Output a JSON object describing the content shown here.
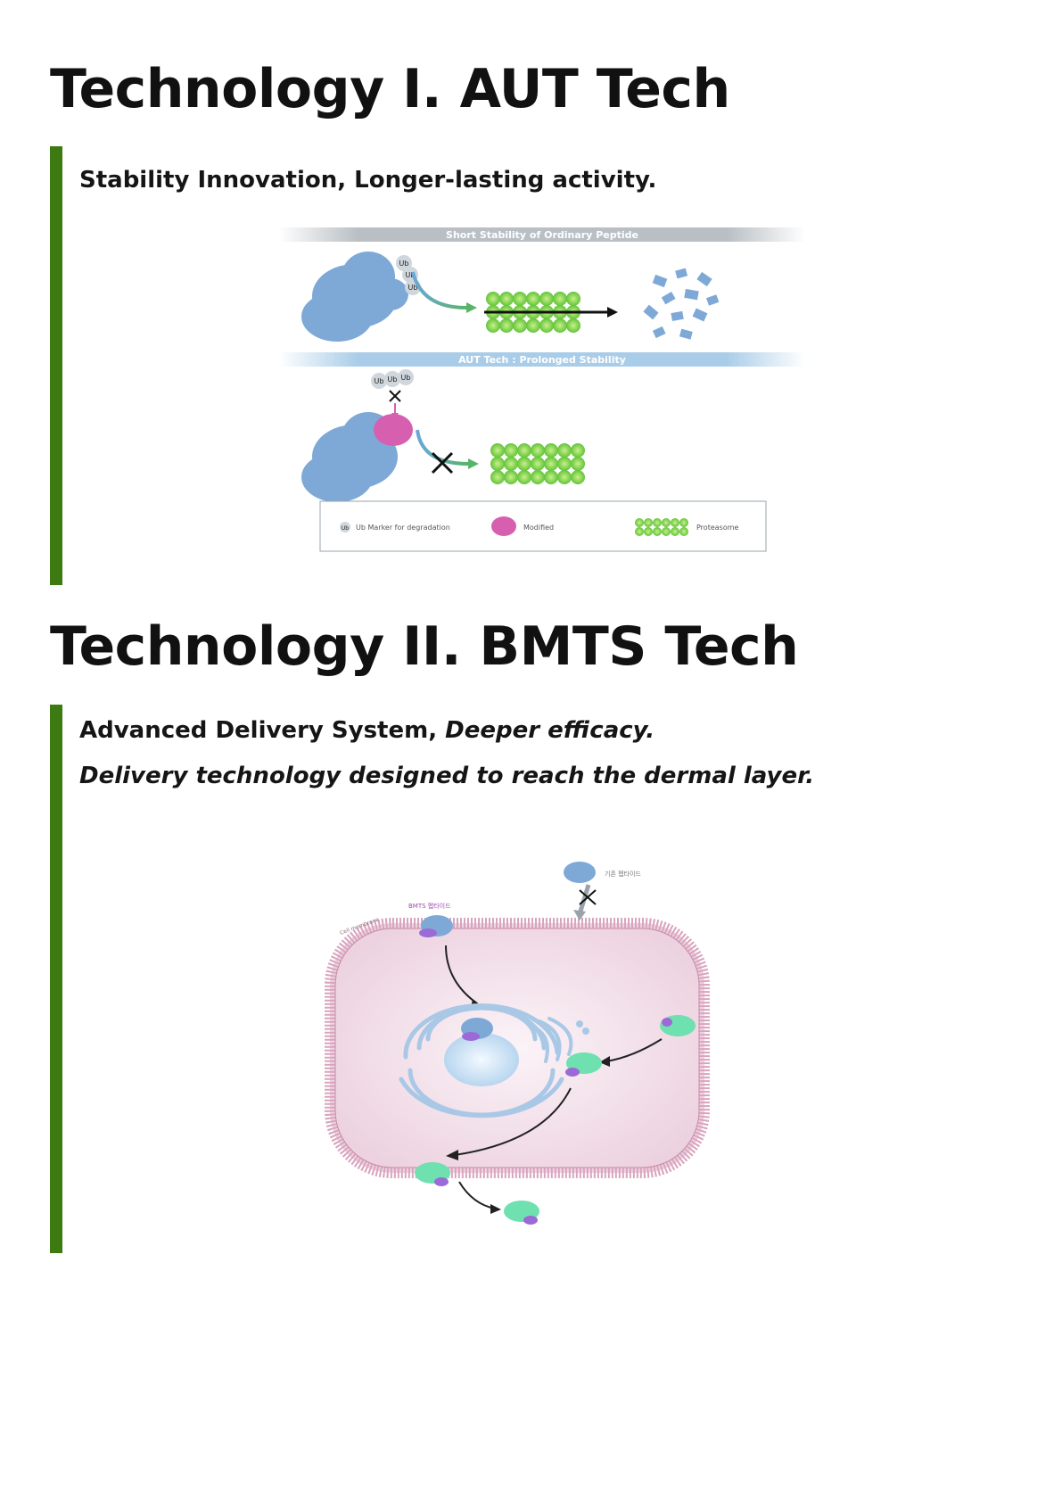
{
  "section1": {
    "title": "Technology I. AUT Tech",
    "subtitle": "Stability Innovation, Longer-lasting activity.",
    "figure": {
      "banner_top": "Short Stability of Ordinary Peptide",
      "banner_bottom": "AUT Tech : Prolonged Stability",
      "ub_tag": "Ub",
      "legend": {
        "ub_label": "Ub Marker for degradation",
        "modified_label": "Modified",
        "proteasome_label": "Proteasome"
      },
      "colors": {
        "protein": "#7ea9d6",
        "modified": "#d65fb0",
        "proteasome": "#8fd14f"
      }
    }
  },
  "section2": {
    "title": "Technology II. BMTS Tech",
    "subtitle_plain": "Advanced Delivery System, ",
    "subtitle_italic": "Deeper efficacy.",
    "subtitle2": "Delivery technology designed to reach the dermal layer.",
    "figure": {
      "label_bmts": "BMTS 펩타이드",
      "label_existing": "기존 펩타이드",
      "label_membrane": "Cell membrane",
      "colors": {
        "cell": "#f2dbe6",
        "membrane": "#d9a4be",
        "peptide": "#6fe0b0",
        "nucleus": "#bcd9f0"
      }
    }
  },
  "accent_color": "#3e7a12"
}
